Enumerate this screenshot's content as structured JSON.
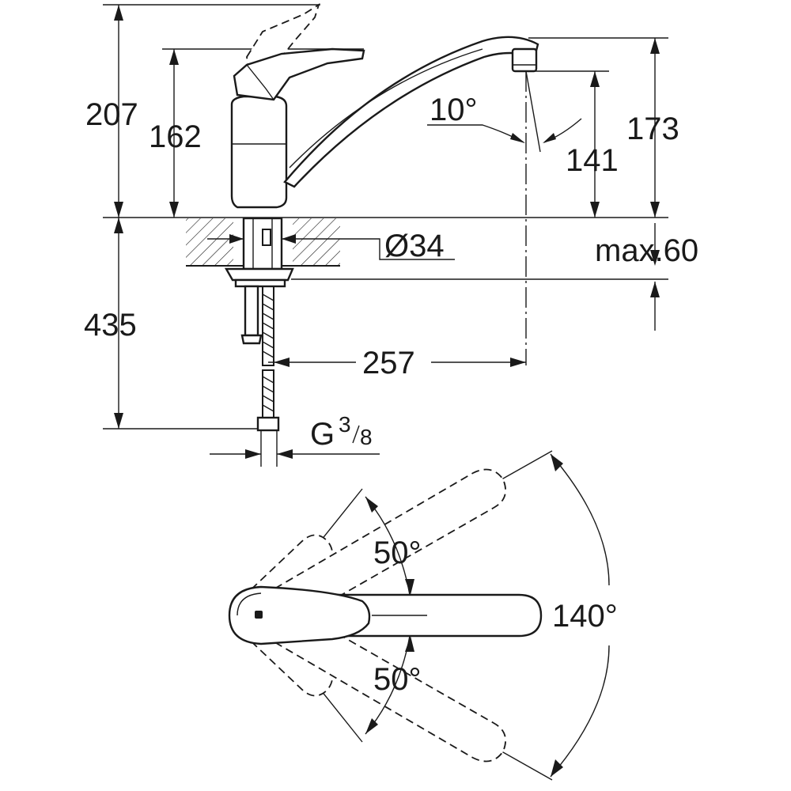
{
  "side_view": {
    "height_total": "207",
    "height_lever": "162",
    "spout_angle": "10°",
    "spout_outlet_height": "141",
    "spout_top_height": "173",
    "mount_hole": "Ø34",
    "deck_thickness": "max.60",
    "hose_length": "435",
    "spout_reach": "257",
    "thread_letter": "G",
    "thread_num": "3",
    "thread_den": "8"
  },
  "top_view": {
    "angle_up": "50°",
    "angle_down": "50°",
    "angle_total": "140°"
  }
}
